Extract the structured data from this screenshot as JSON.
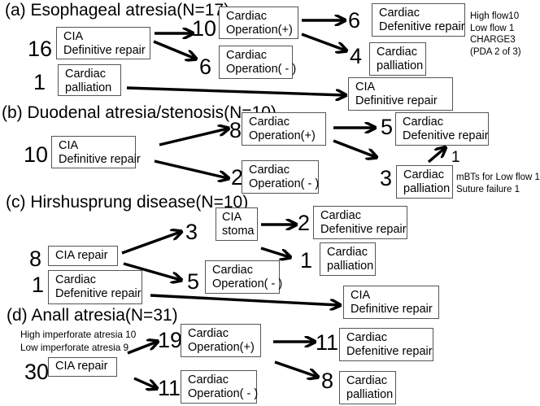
{
  "sections": {
    "a": {
      "title": "(a) Esophageal atresia(N=17)",
      "start_main": {
        "count": "16",
        "line1": "CIA",
        "line2": "Definitive repair"
      },
      "start_alt": {
        "count": "1",
        "line1": "Cardiac",
        "line2": "palliation"
      },
      "op_plus": {
        "count": "10",
        "line1": "Cardiac",
        "line2": "Operation(+)"
      },
      "op_minus": {
        "count": "6",
        "line1": "Cardiac",
        "line2": "Operation( - )"
      },
      "def_repair": {
        "count": "6",
        "line1": "Cardiac",
        "line2": "Defenitive repair"
      },
      "palliation": {
        "count": "4",
        "line1": "Cardiac",
        "line2": "palliation"
      },
      "cia_def": {
        "line1": "CIA",
        "line2": "Definitive repair"
      },
      "note": [
        "High flow10",
        "Low flow 1",
        "CHARGE3",
        "(PDA 2 of 3)"
      ]
    },
    "b": {
      "title": "(b) Duodenal atresia/stenosis(N=10)",
      "start_main": {
        "count": "10",
        "line1": "CIA",
        "line2": "Definitive repair"
      },
      "op_plus": {
        "count": "8",
        "line1": "Cardiac",
        "line2": "Operation(+)"
      },
      "op_minus": {
        "count": "2",
        "line1": "Cardiac",
        "line2": "Operation( - )"
      },
      "def_repair": {
        "count": "5",
        "line1": "Cardiac",
        "line2": "Defenitive repair"
      },
      "palliation": {
        "count": "3",
        "line1": "Cardiac",
        "line2": "palliation"
      },
      "palliation_to_repair": "1",
      "note": [
        "mBTs for Low flow 1",
        "Suture failure 1"
      ]
    },
    "c": {
      "title": "(c) Hirshusprung disease(N=10)",
      "start_main": {
        "count": "8",
        "line1": "CIA repair"
      },
      "start_alt": {
        "count": "1",
        "line1": "Cardiac",
        "line2": "Defenitive repair"
      },
      "stoma": {
        "count": "3",
        "line1": "CIA",
        "line2": "stoma"
      },
      "def_repair": {
        "count": "2",
        "line1": "Cardiac",
        "line2": "Defenitive repair"
      },
      "palliation": {
        "count": "1",
        "line1": "Cardiac",
        "line2": "palliation"
      },
      "op_minus": {
        "count": "5",
        "line1": "Cardiac",
        "line2": "Operation( - )"
      },
      "cia_def": {
        "line1": "CIA",
        "line2": "Definitive repair"
      }
    },
    "d": {
      "title": "(d) Anall atresia(N=31)",
      "note": [
        "High imperforate atresia 10",
        "Low imperforate atresia 9"
      ],
      "start_main": {
        "count": "30",
        "line1": "CIA repair"
      },
      "op_plus": {
        "count": "19",
        "line1": "Cardiac",
        "line2": "Operation(+)"
      },
      "op_minus": {
        "count": "11",
        "line1": "Cardiac",
        "line2": "Operation( - )"
      },
      "def_repair": {
        "count": "11",
        "line1": "Cardiac",
        "line2": "Defenitive repair"
      },
      "palliation": {
        "count": "8",
        "line1": "Cardiac",
        "line2": "palliation"
      }
    }
  }
}
